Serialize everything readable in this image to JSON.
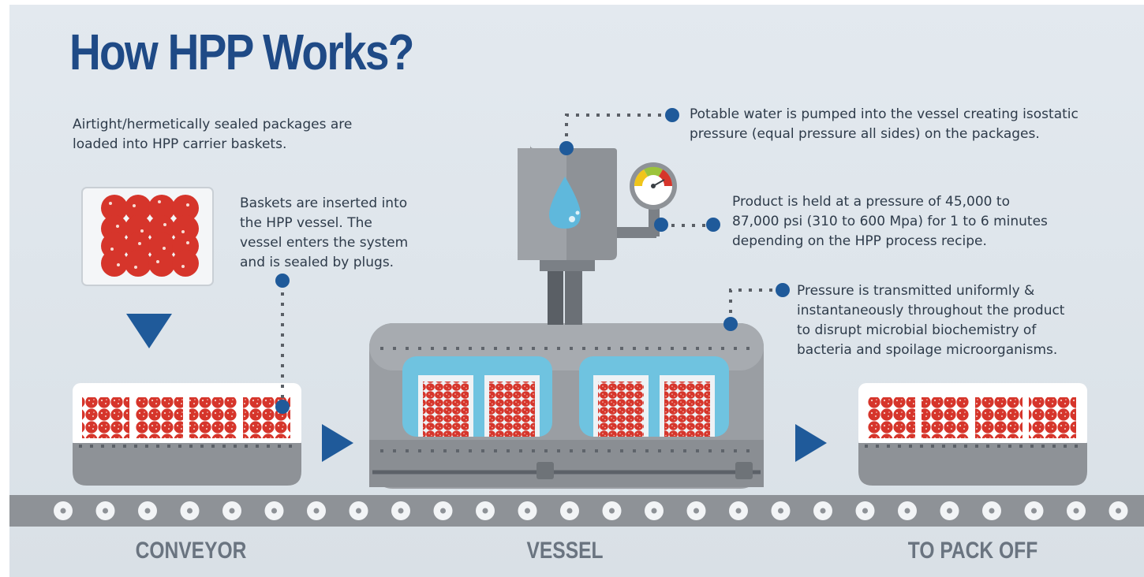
{
  "title": "How HPP Works?",
  "notes": {
    "load": [
      "Airtight/hermetically sealed packages are",
      "loaded into HPP carrier baskets."
    ],
    "insert": [
      "Baskets are inserted into",
      "the HPP vessel. The",
      "vessel enters the system",
      "and is sealed by plugs."
    ],
    "water": [
      "Potable water is pumped into the vessel creating isostatic",
      "pressure (equal pressure all sides) on the packages."
    ],
    "hold": [
      "Product is held at a pressure of 45,000 to",
      "87,000 psi (310 to 600 Mpa) for 1 to 6 minutes",
      "depending on the HPP process recipe."
    ],
    "transmit": [
      "Pressure is transmitted uniformly &",
      "instantaneously throughout the product",
      "to disrupt microbial biochemistry of",
      "bacteria and spoilage microorganisms."
    ]
  },
  "stages": {
    "conveyor": "CONVEYOR",
    "vessel": "VESSEL",
    "pack_off": "TO PACK OFF"
  },
  "colors": {
    "title": "#1f4a86",
    "accent_blue": "#1f5a9a",
    "salami_red": "#d6352b",
    "machine_gray": "#8e9297",
    "water_blue": "#6fc3e0"
  }
}
